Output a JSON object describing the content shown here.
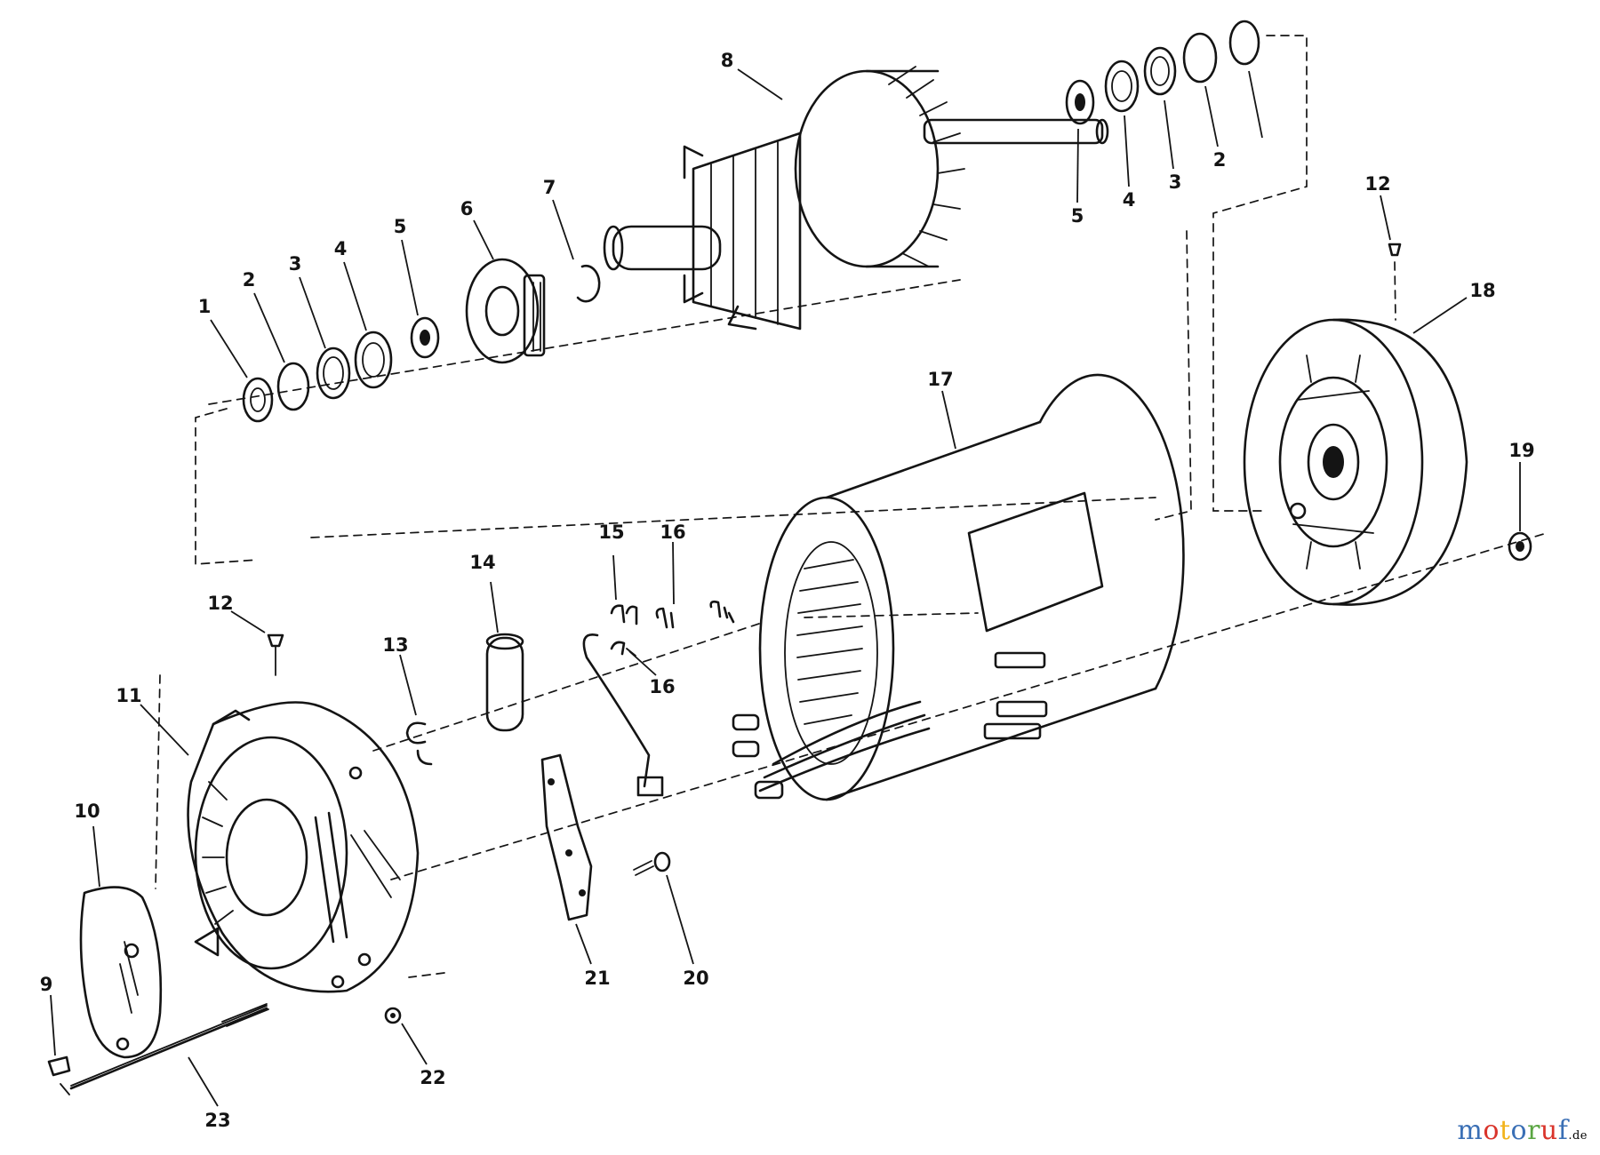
{
  "diagram": {
    "callouts": {
      "c1": "1",
      "c2a": "2",
      "c3a": "3",
      "c4a": "4",
      "c5a": "5",
      "c6": "6",
      "c7": "7",
      "c8": "8",
      "c5b": "5",
      "c4b": "4",
      "c3b": "3",
      "c2b": "2",
      "c12a": "12",
      "c18": "18",
      "c17": "17",
      "c19": "19",
      "c15": "15",
      "c16a": "16",
      "c16b": "16",
      "c14": "14",
      "c13": "13",
      "c12b": "12",
      "c11": "11",
      "c10": "10",
      "c9": "9",
      "c21": "21",
      "c20": "20",
      "c22": "22",
      "c23": "23"
    }
  },
  "watermark": {
    "letters": [
      "m",
      "o",
      "t",
      "o",
      "r",
      "u",
      "f"
    ],
    "colors": [
      "#3a6fb5",
      "#d9342b",
      "#f2b31b",
      "#3a6fb5",
      "#5aa542",
      "#d9342b",
      "#3a6fb5"
    ],
    "tld": ".de"
  }
}
